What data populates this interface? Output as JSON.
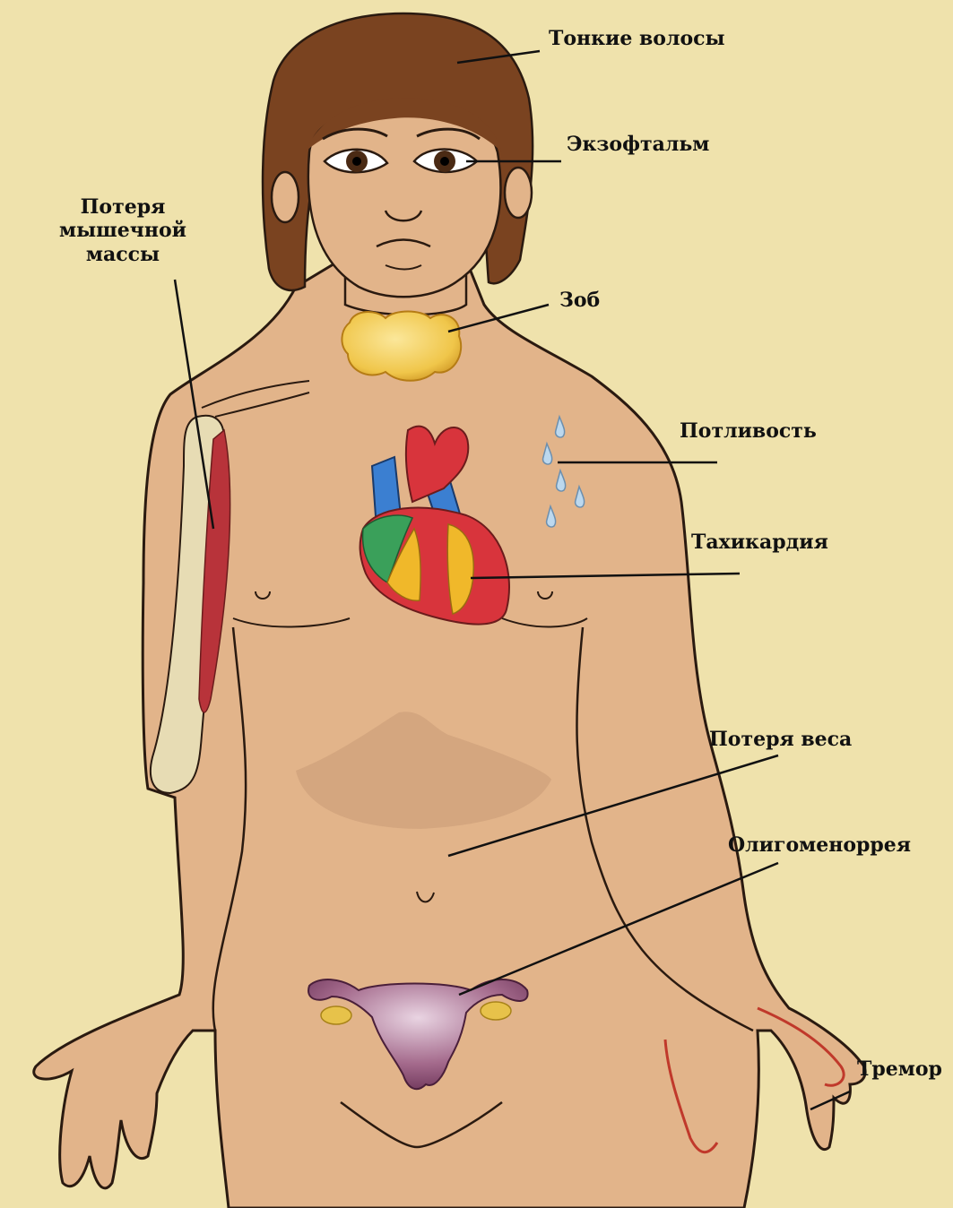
{
  "labels": {
    "thin_hair": "Тонкие волосы",
    "exophthalmos": "Экзофтальм",
    "muscle_loss_1": "Потеря",
    "muscle_loss_2": "мышечной",
    "muscle_loss_3": "массы",
    "goiter": "Зоб",
    "sweating": "Потливость",
    "tachycardia": "Тахикардия",
    "weight_loss": "Потеря веса",
    "oligomenorrhea": "Олигоменоррея",
    "tremor": "Тремор"
  },
  "colors": {
    "background": "#efe2ac",
    "skin": "#e2b48a",
    "skin_outline": "#2a1a10",
    "hair": "#7a4320",
    "goiter": "#f0c64a",
    "heart_red": "#d8343c",
    "heart_blue": "#3b7fd1",
    "heart_green": "#3aa05a",
    "heart_yellow": "#f0b82a",
    "uterus": "#8d4d74",
    "ovary": "#e7c24a",
    "bone": "#e7dcb4",
    "muscle": "#b8333a",
    "sweat": "#bcd8ee",
    "tremor_line": "#c0392b"
  }
}
